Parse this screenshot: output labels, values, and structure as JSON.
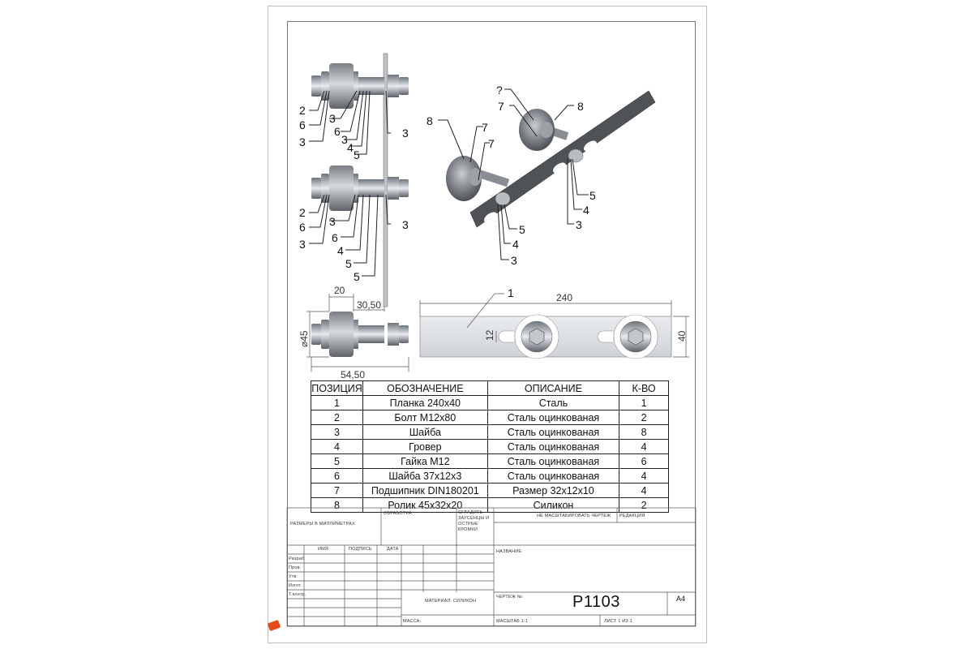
{
  "drawing": {
    "labels_top": [
      "2",
      "6",
      "3",
      "3",
      "6",
      "3",
      "4",
      "5",
      "3"
    ],
    "labels_mid": [
      "2",
      "6",
      "3",
      "3",
      "6",
      "4",
      "5",
      "5",
      "3"
    ],
    "labels_iso": [
      "?",
      "7",
      "8",
      "8",
      "7",
      "7",
      "5",
      "4",
      "3",
      "5",
      "4",
      "3"
    ],
    "dims_side": [
      "20",
      "30,50",
      "⌀45",
      "54,50"
    ],
    "dims_plate": [
      "1",
      "240",
      "12",
      "40"
    ]
  },
  "spec": {
    "headers": [
      "ПОЗИЦИЯ",
      "ОБОЗНАЧЕНИЕ",
      "ОПИСАНИЕ",
      "К-ВО"
    ],
    "rows": [
      [
        "1",
        "Планка 240x40",
        "Сталь",
        "1"
      ],
      [
        "2",
        "Болт М12x80",
        "Сталь оцинкованая",
        "2"
      ],
      [
        "3",
        "Шайба",
        "Сталь оцинкованая",
        "8"
      ],
      [
        "4",
        "Гровер",
        "Сталь оцинкованая",
        "4"
      ],
      [
        "5",
        "Гайка М12",
        "Сталь оцинкованая",
        "6"
      ],
      [
        "6",
        "Шайба 37x12x3",
        "Сталь оцинкованая",
        "4"
      ],
      [
        "7",
        "Подшипник DIN180201",
        "Размер 32x12x10",
        "4"
      ],
      [
        "8",
        "Ролик 45x32x20",
        "Силикон",
        "2"
      ]
    ]
  },
  "title_block": {
    "units": "РАЗМЕРЫ В МИЛЛИМЕТРАХ",
    "processing": "ОБРАБОТКА:",
    "deburr": "СГЛАДИТЬ ЗАУСЕНЦЫ И ОСТРЫЕ КРОМКИ",
    "no_scale": "НЕ МАСШТАБИРОВАТЬ ЧЕРТЕЖ",
    "revision": "РЕДАКЦИЯ",
    "col_name": "ИМЯ",
    "col_sign": "ПОДПИСЬ",
    "col_date": "ДАТА",
    "row_dev": "Разраб",
    "row_check": "Пров.",
    "row_appr": "Утв.",
    "row_manuf": "Изгот.",
    "row_tcontrol": "Т.контр.",
    "name_label": "НАЗВАНИЕ:",
    "material": "МАТЕРИАЛ: СИЛИКОН",
    "drawing_no_label": "ЧЕРТЕЖ №:",
    "drawing_no": "P1103",
    "format": "A4",
    "mass": "МАССА:",
    "scale": "МАСШТАБ 1:1",
    "sheet": "ЛИСТ 1 ИЗ 1"
  },
  "colors": {
    "frame": "#777777",
    "metal": "#9aa0a8",
    "roller": "#6f7378",
    "logo": "#e64a19"
  }
}
